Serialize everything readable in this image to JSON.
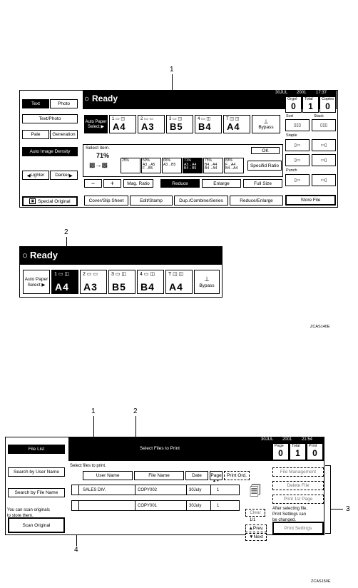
{
  "fig1": {
    "callout": "1",
    "status": "Ready",
    "date": "30JUL",
    "year": "2001",
    "time": "17:37",
    "counters": [
      {
        "label": "Orgnl",
        "value": "0"
      },
      {
        "label": "Total",
        "value": "1"
      },
      {
        "label": "Copies",
        "value": "0"
      }
    ],
    "mode_buttons": {
      "text": "Text",
      "photo": "Photo",
      "text_photo": "Text/Photo",
      "pale": "Pale",
      "generation": "Generation",
      "auto_density": "Auto Image Density",
      "lighter": "Lighter",
      "darker": "Darker",
      "special_original": "Special Original"
    },
    "auto_paper": {
      "line1": "Auto Paper",
      "line2": "Select ▶"
    },
    "papers": [
      {
        "tray": "1",
        "size": "A4"
      },
      {
        "tray": "2",
        "size": "A3"
      },
      {
        "tray": "3",
        "size": "B5"
      },
      {
        "tray": "4",
        "size": "B4"
      },
      {
        "tray": "T",
        "size": "A4"
      }
    ],
    "bypass": "Bypass",
    "select_item": "Select item.",
    "ratio_value": "71%",
    "ok": "OK",
    "ratios": [
      {
        "pct": "25%",
        "sub1": "",
        "sub2": ""
      },
      {
        "pct": "50%",
        "sub1": "A3→A5",
        "sub2": "F→B5"
      },
      {
        "pct": "65%",
        "sub1": "A3→B5",
        "sub2": ""
      },
      {
        "pct": "71%",
        "sub1": "A3→A4",
        "sub2": "B4→B5"
      },
      {
        "pct": "75%",
        "sub1": "B4→A4",
        "sub2": "B4→A4"
      },
      {
        "pct": "83%",
        "sub1": "F→A4",
        "sub2": "B4→A4"
      }
    ],
    "specified_ratio": "Specifid Ratio",
    "minus": "−",
    "plus": "+",
    "mag_ratio": "Mag. Ratio",
    "reduce": "Reduce",
    "enlarge": "Enlarge",
    "full_size": "Full Size",
    "bottom_tabs": [
      "Cover/Slip Sheet",
      "Edit/Stamp",
      "Dup./Combine/Series",
      "Reduce/Enlarge"
    ],
    "sort": "Sort",
    "stack": "Stack",
    "staple": "Staple",
    "punch": "Punch",
    "store_file": "Store File"
  },
  "fig2": {
    "callout": "2",
    "status": "Ready",
    "auto_paper": {
      "line1": "Auto Paper",
      "line2": "Select ▶"
    },
    "papers": [
      {
        "tray": "1",
        "size": "A4"
      },
      {
        "tray": "2",
        "size": "A3"
      },
      {
        "tray": "3",
        "size": "B5"
      },
      {
        "tray": "4",
        "size": "B4"
      },
      {
        "tray": "T",
        "size": "A4"
      }
    ],
    "bypass": "Bypass",
    "code": "ZCAS140E"
  },
  "fig3": {
    "callouts": [
      "1",
      "2",
      "3",
      "4"
    ],
    "title": "Select Files to Print",
    "date": "30JUL",
    "year": "2001",
    "time": "21:54",
    "counters": [
      {
        "label": "Page",
        "value": "0"
      },
      {
        "label": "Total",
        "value": "1"
      },
      {
        "label": "Print",
        "value": "0"
      }
    ],
    "file_list": "File List",
    "search_user": "Search by User Name",
    "search_file": "Search by File Name",
    "scan_note1": "You can scan originals",
    "scan_note2": "to store them.",
    "scan_original": "Scan Original",
    "select_prompt": "Select files to print.",
    "columns": [
      "User Name",
      "File Name",
      "Date",
      "Page",
      "Print Ord."
    ],
    "rows": [
      {
        "user": "SALES DIV.",
        "file": "COPY002",
        "date": "30July",
        "page": "1"
      },
      {
        "user": "",
        "file": "COPY001",
        "date": "30July",
        "page": "1"
      }
    ],
    "clear": "Clear",
    "page_indicator": "1/1",
    "prev": "▲Prev.",
    "next": "▼Next",
    "file_management": "File Management",
    "delete_file": "Delete File",
    "print_1st_page": "Print 1st Page",
    "note1": "After selecting file,",
    "note2": "Print Settings can",
    "note3": "be changed.",
    "print_settings": "Print Settings",
    "code": "ZCAS150E"
  }
}
